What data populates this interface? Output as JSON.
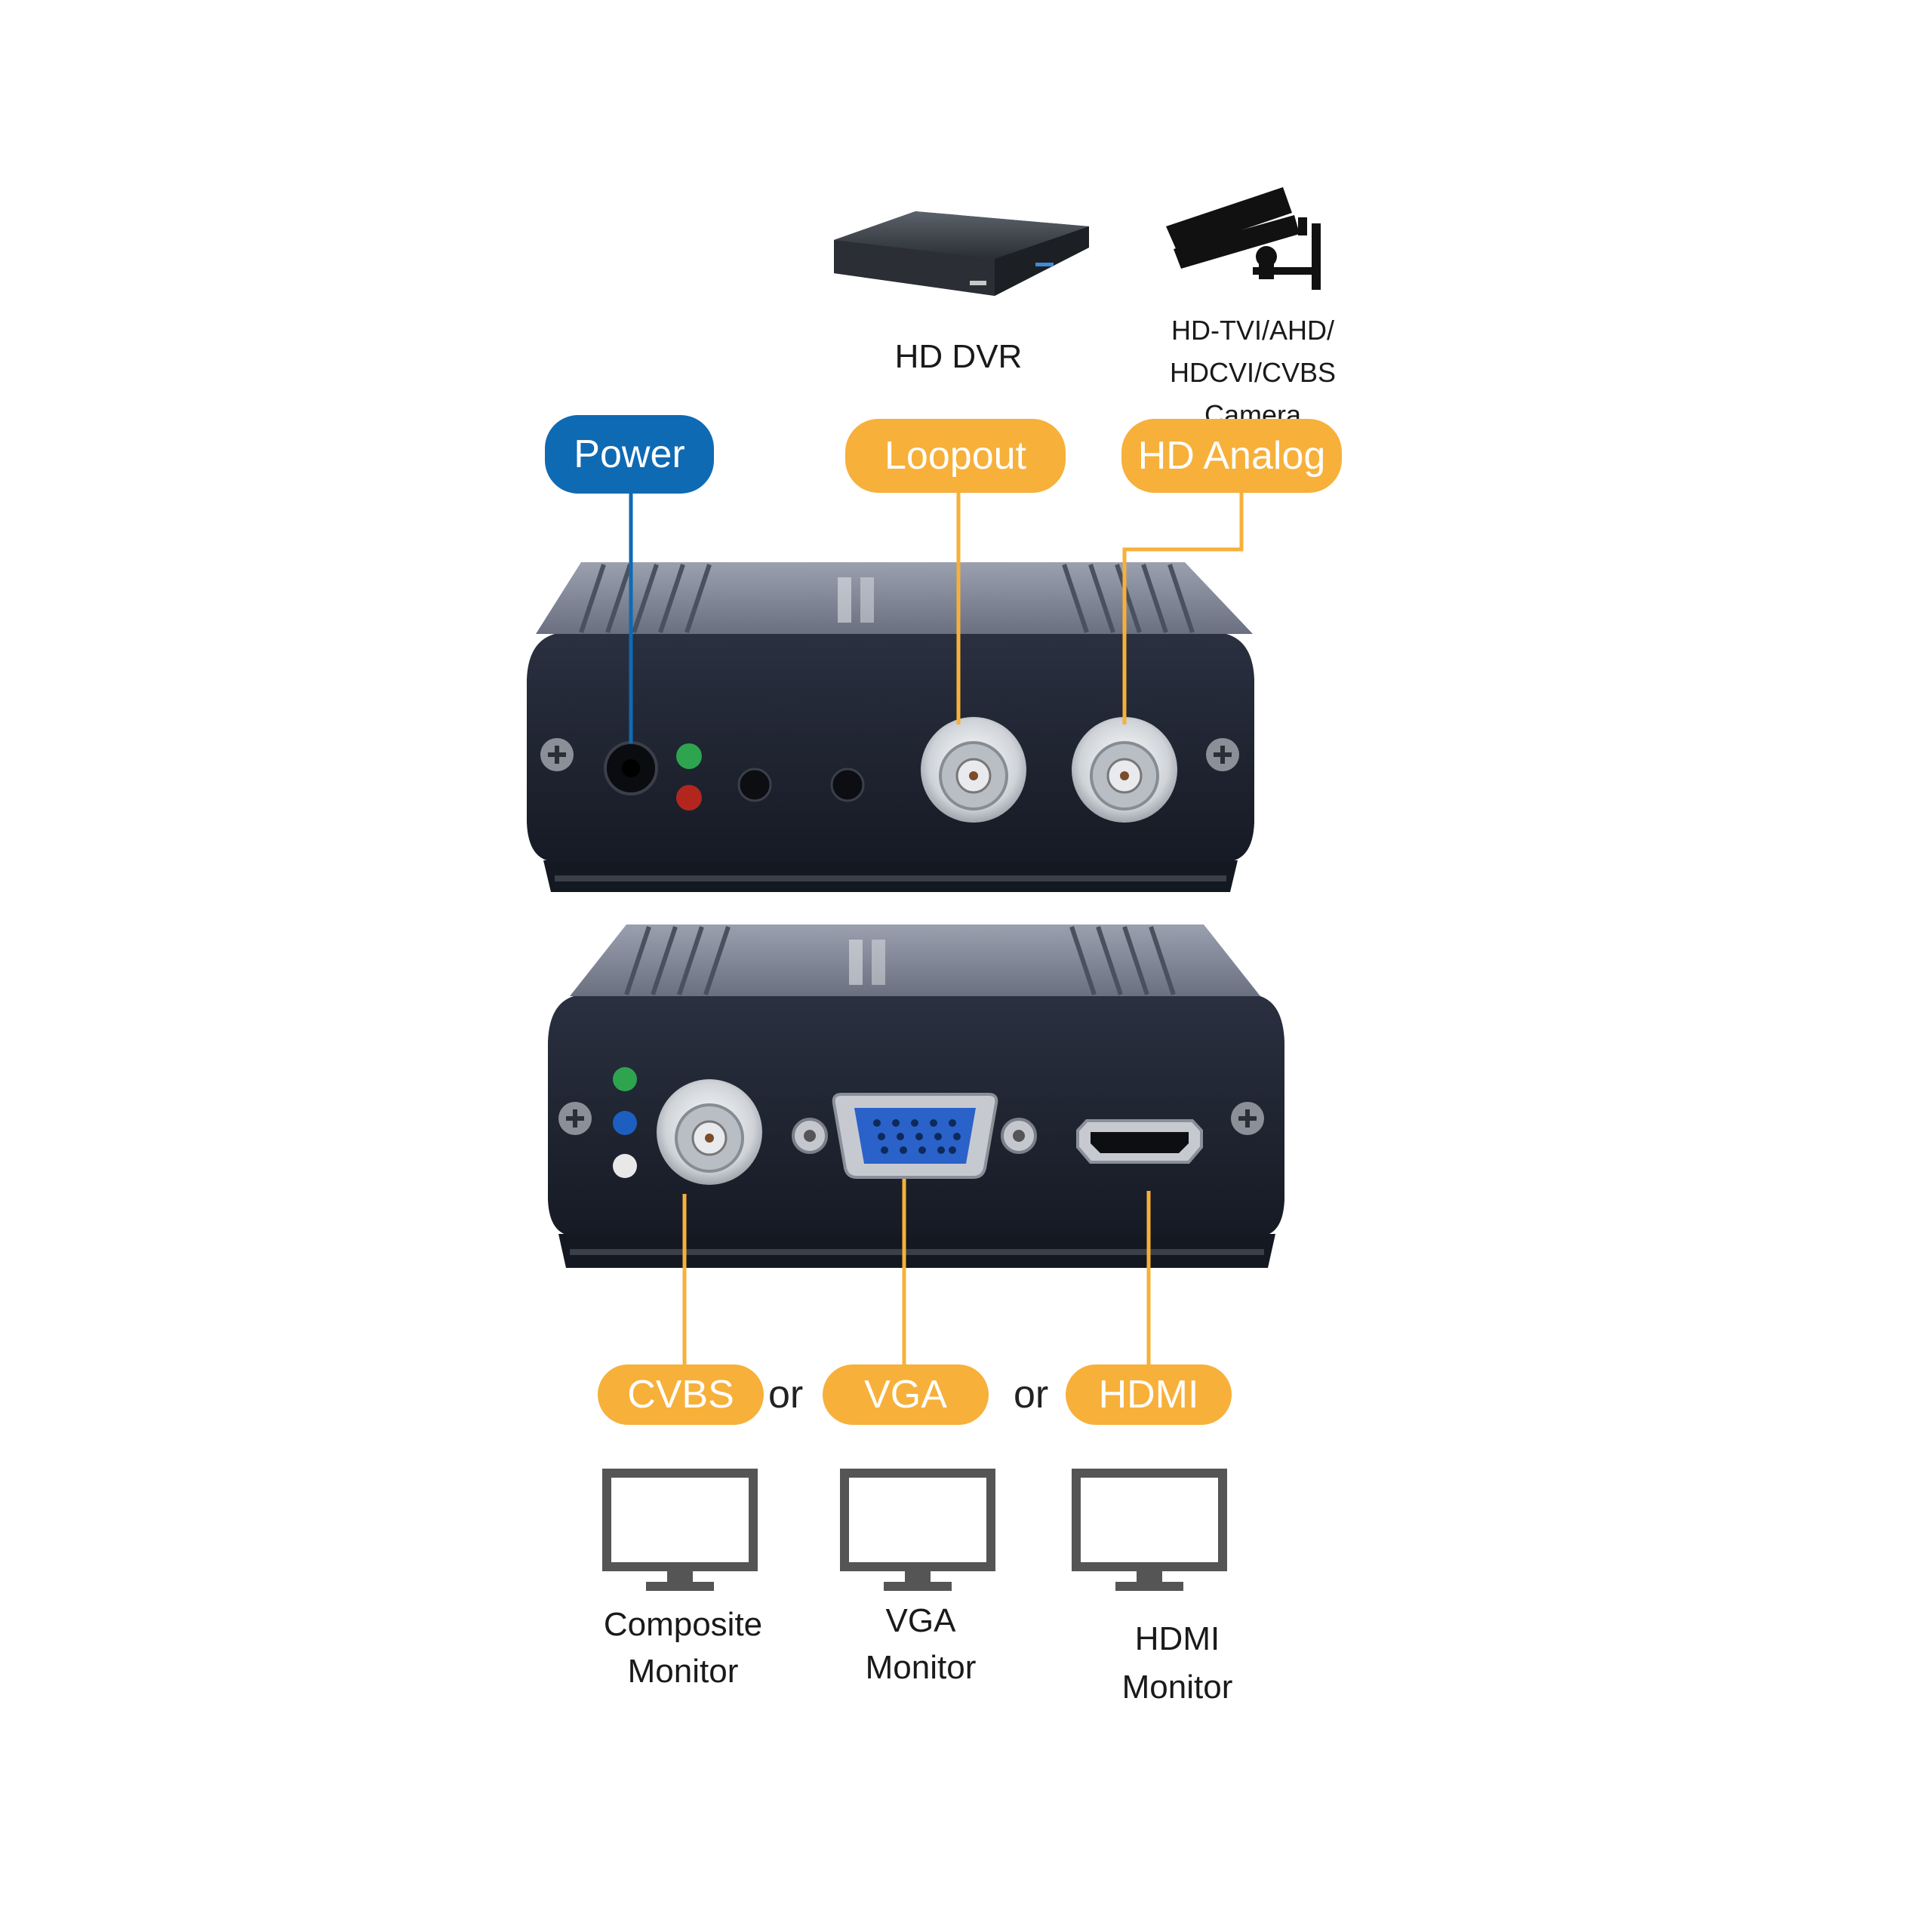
{
  "devices": {
    "dvr_label": "HD DVR",
    "camera_label_line1": "HD-TVI/AHD/",
    "camera_label_line2": "HDCVI/CVBS",
    "camera_label_line3": "Camera"
  },
  "top_callouts": {
    "power": "Power",
    "loopout": "Loopout",
    "hd_analog": "HD Analog"
  },
  "bottom_callouts": {
    "cvbs": "CVBS",
    "vga": "VGA",
    "hdmi": "HDMI",
    "or": "or"
  },
  "monitors": {
    "composite_line1": "Composite",
    "composite_line2": "Monitor",
    "vga_line1": "VGA",
    "vga_line2": "Monitor",
    "hdmi_line1": "HDMI",
    "hdmi_line2": "Monitor"
  },
  "colors": {
    "power_blue": "#0f6ab4",
    "callout_orange": "#f7b03a",
    "device_body": "#1e2332",
    "led_green": "#2ea44f",
    "led_red": "#b3261e",
    "led_blue": "#1d5fc0",
    "led_white": "#e8e8e8",
    "vga_blue": "#2a62c9"
  }
}
